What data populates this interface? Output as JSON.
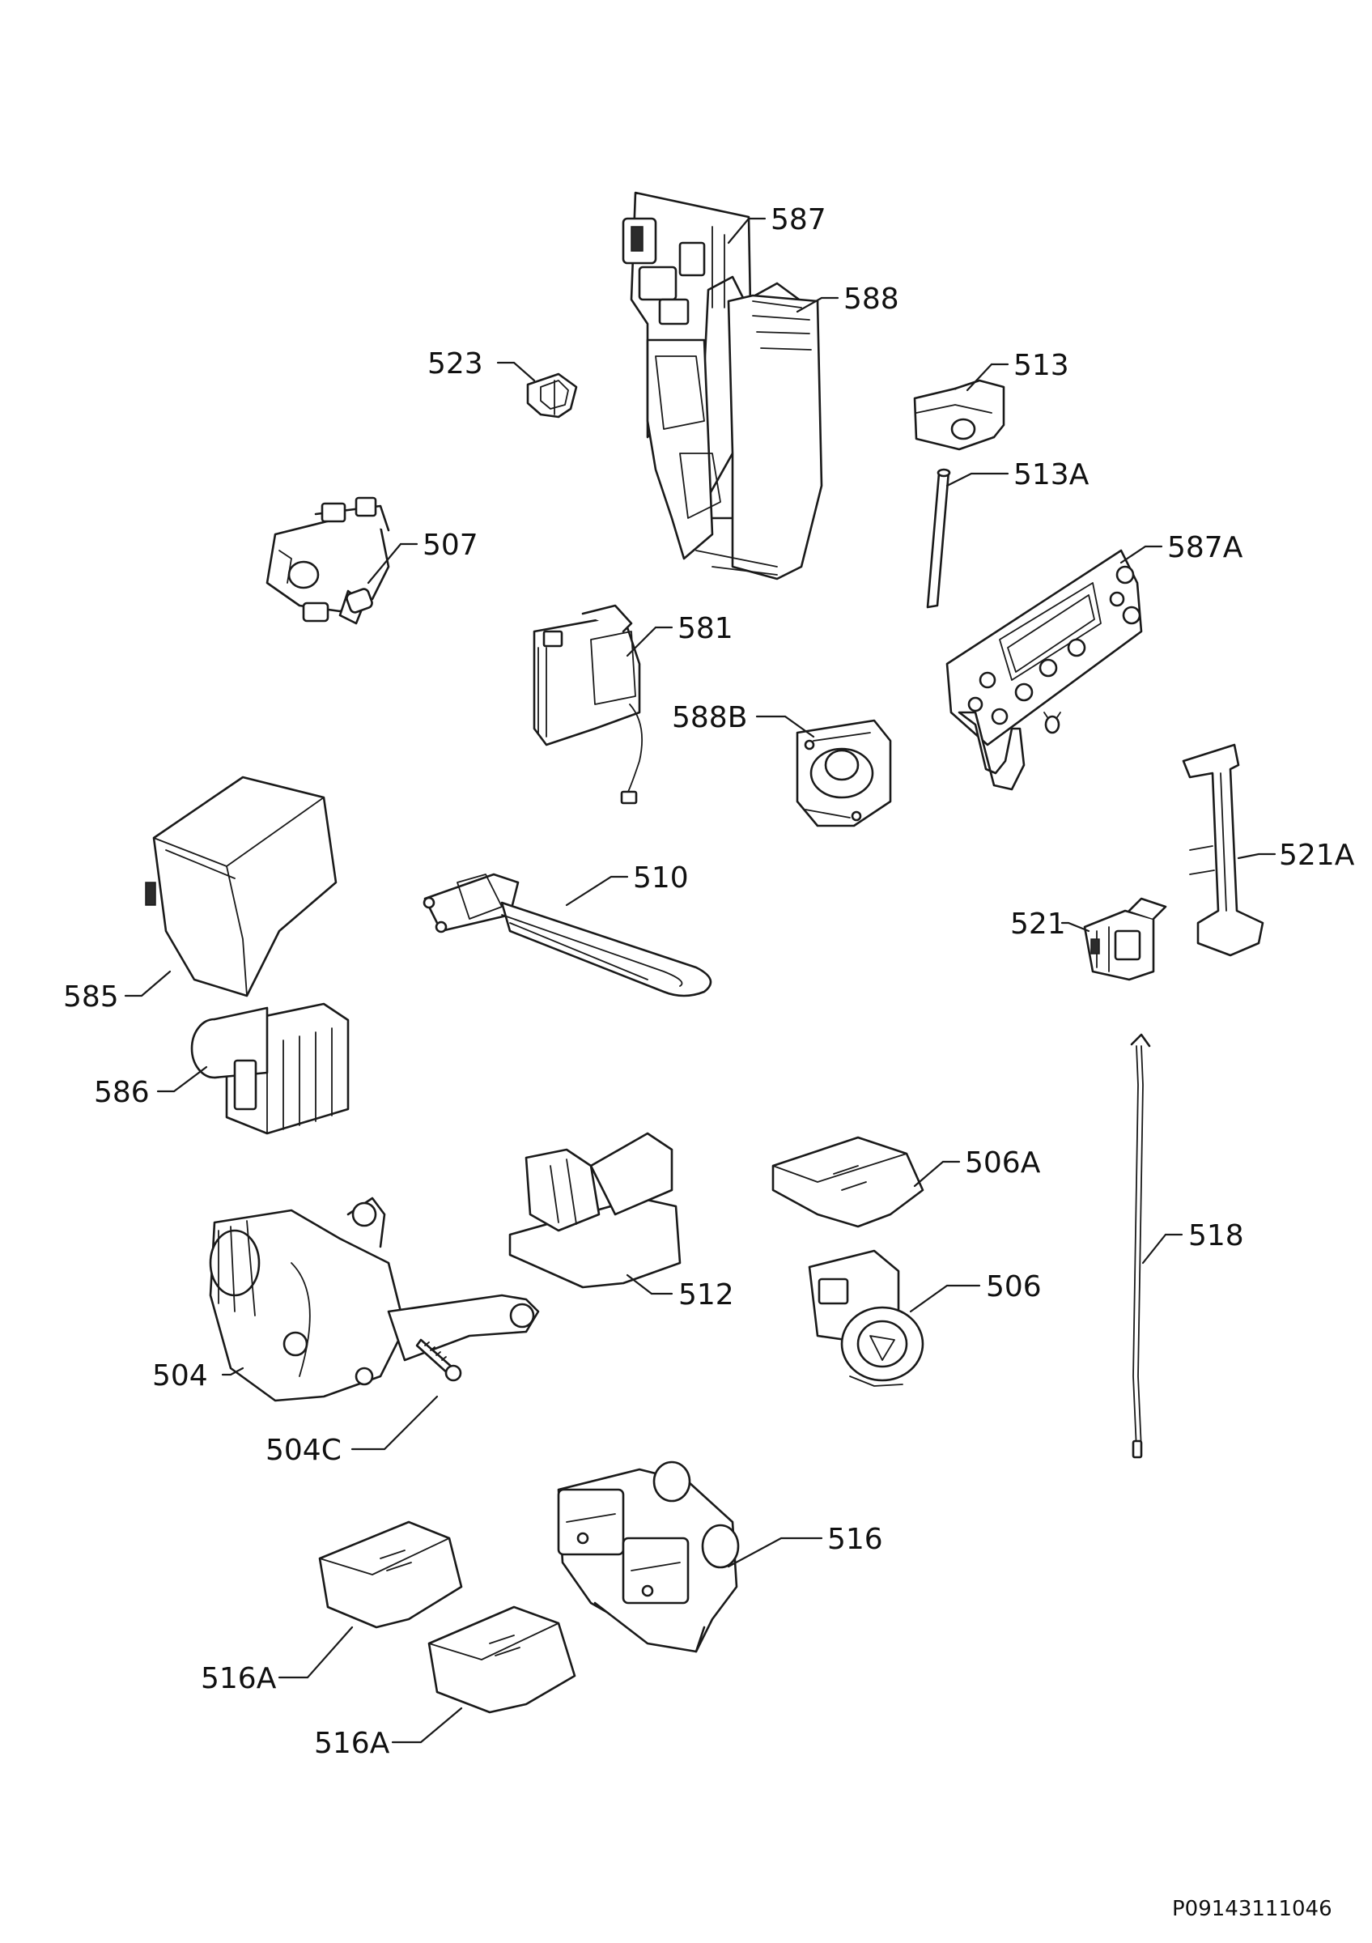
{
  "labels": {
    "l587": "587",
    "l588": "588",
    "l523": "523",
    "l513": "513",
    "l513A": "513A",
    "l507": "507",
    "l587A": "587A",
    "l581": "581",
    "l588B": "588B",
    "l521A": "521A",
    "l510": "510",
    "l521": "521",
    "l585": "585",
    "l586": "586",
    "l506A": "506A",
    "l518": "518",
    "l512": "512",
    "l506": "506",
    "l504": "504",
    "l504C": "504C",
    "l516": "516",
    "l516A_1": "516A",
    "l516A_2": "516A"
  },
  "document_id": "P09143111046",
  "colors": {
    "line": "#1a1a1a",
    "background": "#ffffff"
  }
}
